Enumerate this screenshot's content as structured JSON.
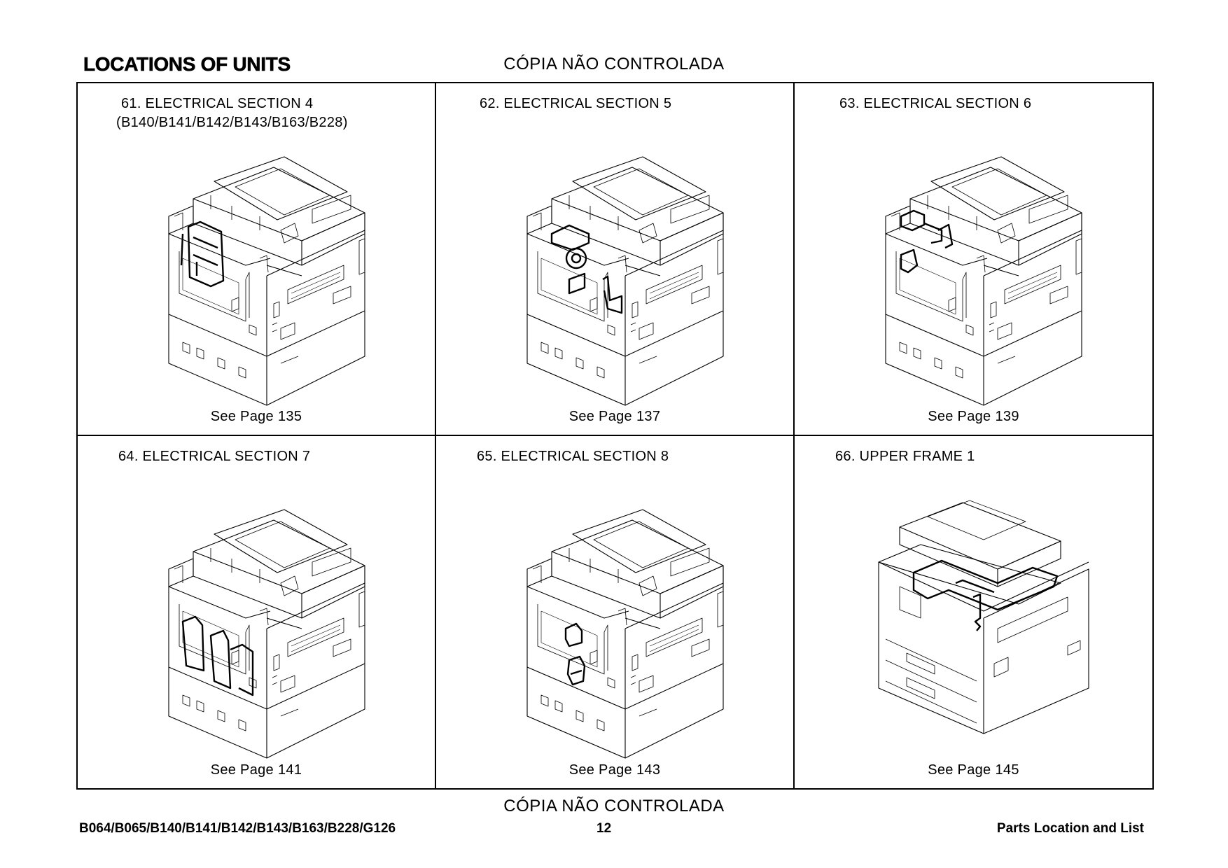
{
  "header": {
    "title": "LOCATIONS OF UNITS",
    "watermark": "CÓPIA NÃO CONTROLADA"
  },
  "cells": [
    {
      "title": "61. ELECTRICAL SECTION 4",
      "subtitle": "(B140/B141/B142/B143/B163/B228)",
      "see_label": "See Page",
      "page": "135",
      "illustration": "copier-machine-electrical-section-4"
    },
    {
      "title": "62. ELECTRICAL SECTION 5",
      "see_label": "See Page",
      "page": "137",
      "illustration": "copier-machine-electrical-section-5"
    },
    {
      "title": "63. ELECTRICAL SECTION 6",
      "see_label": "See Page",
      "page": "139",
      "illustration": "copier-machine-electrical-section-6"
    },
    {
      "title": "64. ELECTRICAL SECTION 7",
      "see_label": "See Page",
      "page": "141",
      "illustration": "copier-machine-electrical-section-7"
    },
    {
      "title": "65. ELECTRICAL SECTION 8",
      "see_label": "See Page",
      "page": "143",
      "illustration": "copier-machine-electrical-section-8"
    },
    {
      "title": "66. UPPER FRAME 1",
      "see_label": "See Page",
      "page": "145",
      "illustration": "copier-machine-upper-frame-1"
    }
  ],
  "footer": {
    "models": "B064/B065/B140/B141/B142/B143/B163/B228/G126",
    "page_number": "12",
    "section": "Parts Location and List",
    "watermark": "CÓPIA NÃO CONTROLADA"
  }
}
